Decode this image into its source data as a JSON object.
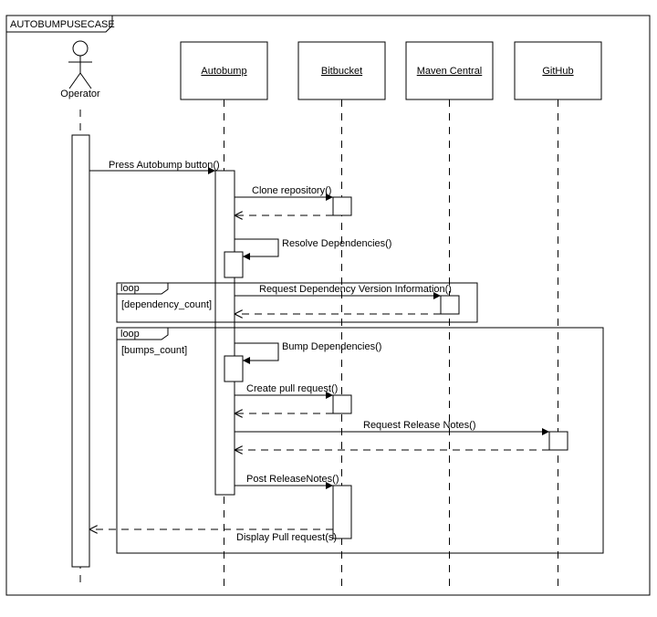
{
  "frame": {
    "title": "AUTOBUMPUSECASE"
  },
  "actor": {
    "label": "Operator"
  },
  "participants": [
    {
      "id": "autobump",
      "label": "Autobump"
    },
    {
      "id": "bitbucket",
      "label": "Bitbucket"
    },
    {
      "id": "maven",
      "label": "Maven Central"
    },
    {
      "id": "github",
      "label": "GitHub"
    }
  ],
  "messages": {
    "press": "Press Autobump button()",
    "clone": "Clone repository()",
    "resolve": "Resolve Dependencies()",
    "request_dep": "Request Dependency Version Information()",
    "bump": "Bump Dependencies()",
    "create_pr": "Create pull request()",
    "release_notes": "Request Release Notes()",
    "post_notes": "Post ReleaseNotes()",
    "display": "Display Pull request(s)"
  },
  "fragments": {
    "loop1": {
      "operator": "loop",
      "guard": "[dependency_count]"
    },
    "loop2": {
      "operator": "loop",
      "guard": "[bumps_count]"
    }
  }
}
